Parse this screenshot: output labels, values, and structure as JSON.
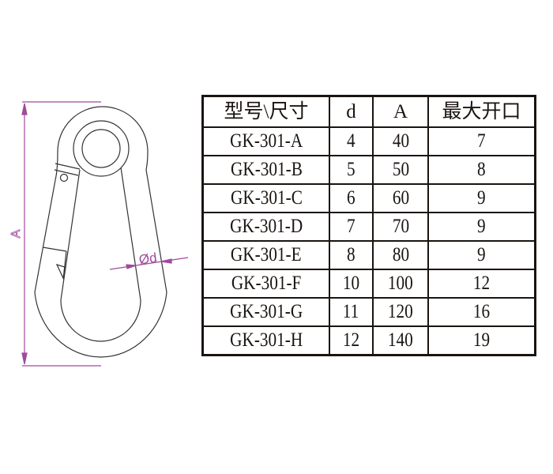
{
  "diagram": {
    "dimension_label_length": "A",
    "dimension_label_diameter": "Ød",
    "colors": {
      "dimension": "#a04a9c",
      "outline": "#333333",
      "table_border": "#1a1410"
    }
  },
  "table": {
    "headers": [
      "型号\\尺寸",
      "d",
      "A",
      "最大开口"
    ],
    "rows": [
      [
        "GK-301-A",
        "4",
        "40",
        "7"
      ],
      [
        "GK-301-B",
        "5",
        "50",
        "8"
      ],
      [
        "GK-301-C",
        "6",
        "60",
        "9"
      ],
      [
        "GK-301-D",
        "7",
        "70",
        "9"
      ],
      [
        "GK-301-E",
        "8",
        "80",
        "9"
      ],
      [
        "GK-301-F",
        "10",
        "100",
        "12"
      ],
      [
        "GK-301-G",
        "11",
        "120",
        "16"
      ],
      [
        "GK-301-H",
        "12",
        "140",
        "19"
      ]
    ]
  }
}
